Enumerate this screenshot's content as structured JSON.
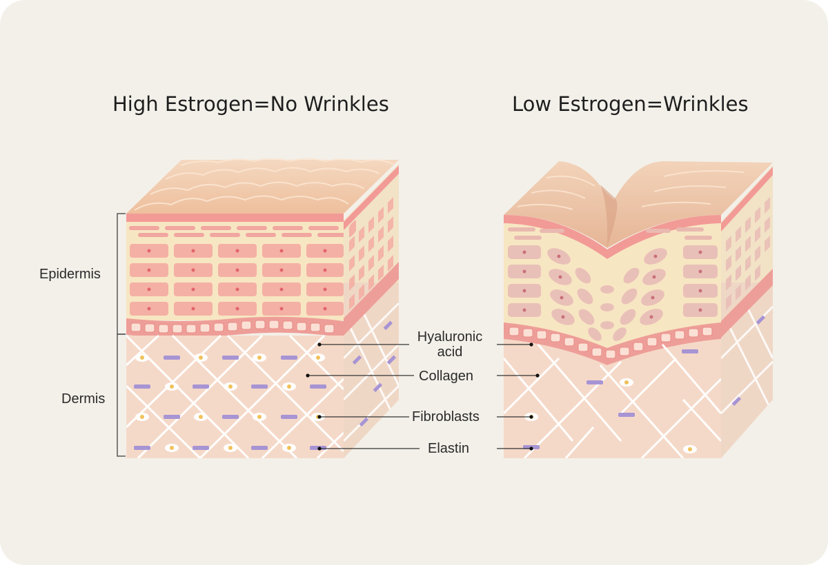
{
  "titles": {
    "left": "High Estrogen=No Wrinkles",
    "right": "Low Estrogen=Wrinkles"
  },
  "layers": {
    "epidermis": "Epidermis",
    "dermis": "Dermis"
  },
  "components": {
    "hyaluronic_line1": "Hyaluronic",
    "hyaluronic_line2": "acid",
    "collagen": "Collagen",
    "fibroblasts": "Fibroblasts",
    "elastin": "Elastin"
  },
  "colors": {
    "background": "#f3f0e9",
    "skin_surface": "#f1cfb0",
    "skin_surface_dark": "#e8b99a",
    "epidermis_bg": "#f7e6c2",
    "epidermis_cell": "#f4b0a4",
    "epidermis_cell_low": "#e9c0b8",
    "basal_band": "#ee9e98",
    "dermis": "#f5d9c8",
    "collagen_fiber": "#ffffff",
    "elastin": "#a794d4",
    "fibroblast": "#f0c15a"
  }
}
